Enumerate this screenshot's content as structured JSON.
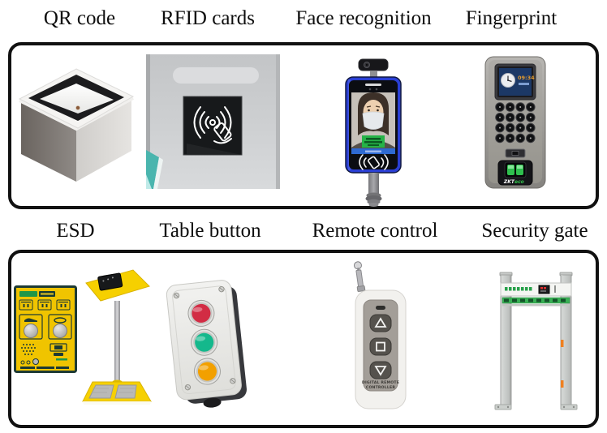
{
  "collage": {
    "row1": {
      "labels": [
        "QR code",
        "RFID cards",
        "Face recognition",
        "Fingerprint"
      ]
    },
    "row2": {
      "labels": [
        "ESD",
        "Table button",
        "Remote control",
        "Security gate"
      ]
    },
    "devices": {
      "fingerprint_terminal": {
        "screen_time": "09:34",
        "brand_prefix": "ZKT",
        "brand_suffix": "eco"
      },
      "remote_control": {
        "label_line1": "DIGITAL REMOTE",
        "label_line2": "CONTROLLER"
      }
    },
    "colors": {
      "frame_border": "#111111",
      "esd_yellow": "#f0c400",
      "face_terminal_blue": "#2a3fd4",
      "button_red": "#d22c44",
      "button_green": "#14b88c",
      "button_orange": "#f2a000",
      "gate_green": "#38b054",
      "rfid_teal": "#4ab5ae",
      "fingerprint_sensor_green": "#2fbf4e"
    }
  }
}
